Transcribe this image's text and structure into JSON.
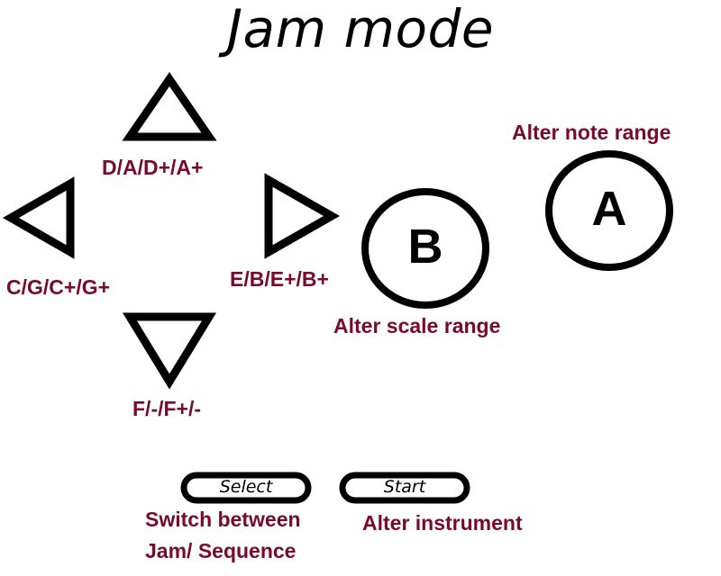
{
  "title": "Jam mode",
  "colors": {
    "label": "#7a0a2a",
    "stroke": "#000000",
    "background": "#ffffff"
  },
  "dpad": {
    "up": {
      "icon": "triangle-up-icon",
      "label": "D/A/D+/A+"
    },
    "left": {
      "icon": "triangle-left-icon",
      "label": "C/G/C+/G+"
    },
    "right": {
      "icon": "triangle-right-icon",
      "label": "E/B/E+/B+"
    },
    "down": {
      "icon": "triangle-down-icon",
      "label": "F/-/F+/-"
    }
  },
  "buttons": {
    "a": {
      "letter": "A",
      "label": "Alter note range"
    },
    "b": {
      "letter": "B",
      "label": "Alter scale range"
    }
  },
  "select": {
    "text": "Select",
    "label_line1": "Switch between",
    "label_line2": "Jam/ Sequence"
  },
  "start": {
    "text": "Start",
    "label": "Alter instrument"
  }
}
